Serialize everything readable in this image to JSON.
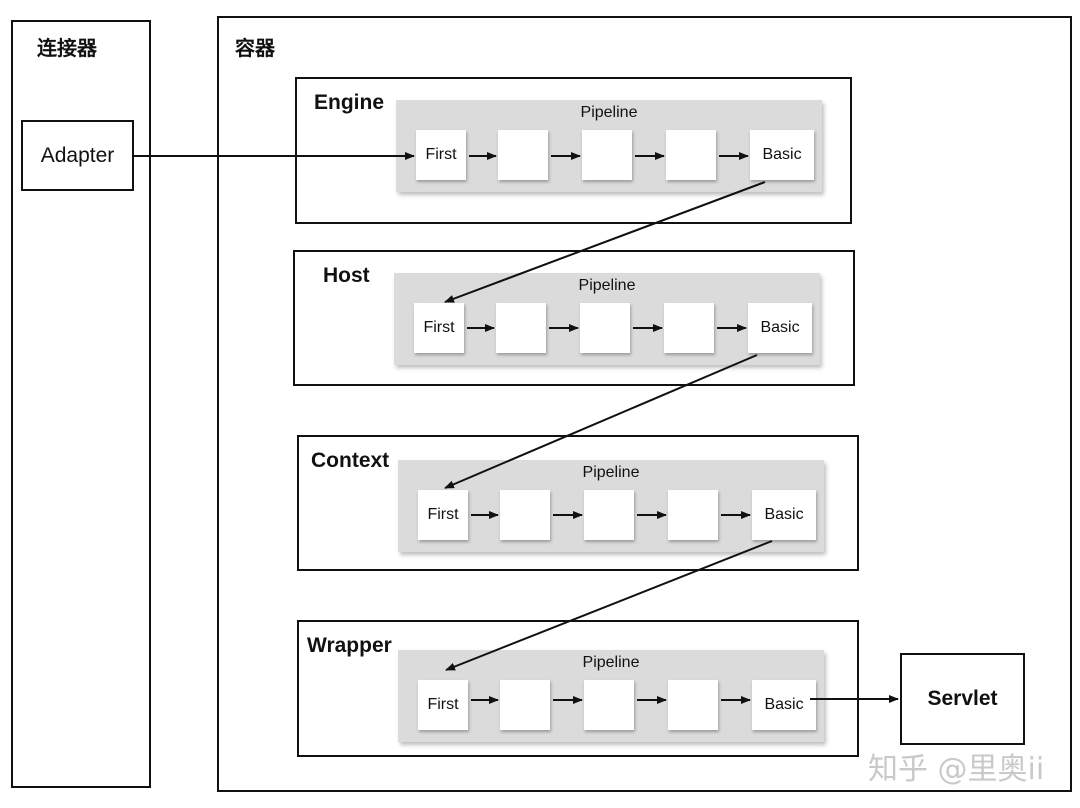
{
  "connector": {
    "title": "连接器",
    "adapter_label": "Adapter"
  },
  "container": {
    "title": "容器",
    "components": [
      {
        "name": "Engine",
        "pipeline_title": "Pipeline",
        "first_label": "First",
        "basic_label": "Basic"
      },
      {
        "name": "Host",
        "pipeline_title": "Pipeline",
        "first_label": "First",
        "basic_label": "Basic"
      },
      {
        "name": "Context",
        "pipeline_title": "Pipeline",
        "first_label": "First",
        "basic_label": "Basic"
      },
      {
        "name": "Wrapper",
        "pipeline_title": "Pipeline",
        "first_label": "First",
        "basic_label": "Basic"
      }
    ]
  },
  "servlet_label": "Servlet",
  "watermark": "知乎 @里奥ii"
}
